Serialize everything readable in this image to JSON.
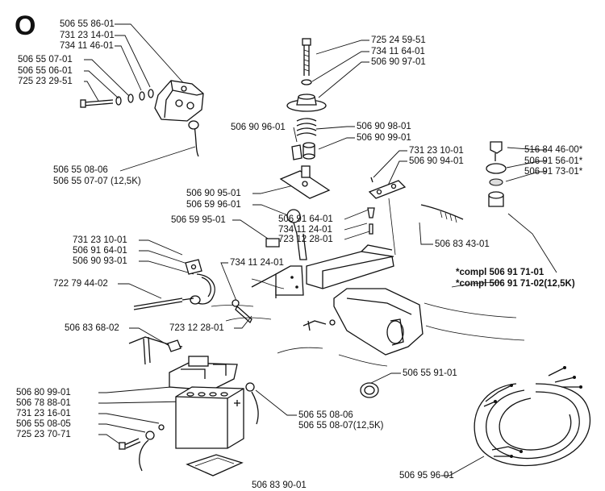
{
  "section_letter": "O",
  "labels": {
    "l01": "506 55 86-01",
    "l02": "731 23 14-01",
    "l03": "734 11 46-01",
    "l04": "506 55 07-01",
    "l05": "506 55 06-01",
    "l06": "725 23 29-51",
    "l07": "506 55 08-06",
    "l08": "506 55 07-07 (12,5K)",
    "l09": "725 24 59-51",
    "l10": "734 11 64-01",
    "l11": "506 90 97-01",
    "l12": "506 90 96-01",
    "l13": "506 90 98-01",
    "l14": "506 90 99-01",
    "l15": "731 23 10-01",
    "l16": "506 90 94-01",
    "l17": "506 90 95-01",
    "l18": "506 59 96-01",
    "l19": "506 59 95-01",
    "l20": "506 91 64-01",
    "l21": "734 11 24-01",
    "l22": "723 12 28-01",
    "l23": "506 83 43-01",
    "l24": "516 84 46-00*",
    "l25": "506 91 56-01*",
    "l26": "506 91 73-01*",
    "l27": "*compl 506 91 71-01",
    "l28": "*compl 506 91 71-02(12,5K)",
    "l29": "731 23 10-01",
    "l30": "506 91 64-01",
    "l31": "506 90 93-01",
    "l32": "734 11 24-01",
    "l33": "722 79 44-02",
    "l34": "723 12 28-01",
    "l35": "506 83 68-02",
    "l36": "506 55 91-01",
    "l37": "506 80 99-01",
    "l38": "506 78 88-01",
    "l39": "731 23 16-01",
    "l40": "506 55 08-05",
    "l41": "725 23 70-71",
    "l42": "506 55 08-06",
    "l43": "506 55 08-07(12,5K)",
    "l44": "506 95 96-01",
    "l45": "506 83 90-01"
  }
}
